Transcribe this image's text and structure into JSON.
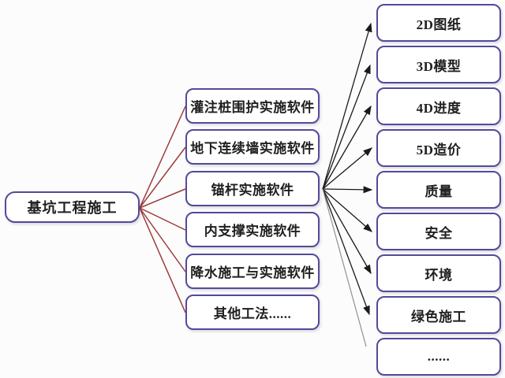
{
  "diagram": {
    "root": {
      "label": "基坑工程施工"
    },
    "middle_nodes": [
      {
        "label": "灌注桩围护实施软件"
      },
      {
        "label": "地下连续墙实施软件"
      },
      {
        "label": "锚杆实施软件"
      },
      {
        "label": "内支撑实施软件"
      },
      {
        "label": "降水施工与实施软件"
      },
      {
        "label": "其他工法......"
      }
    ],
    "right_nodes": [
      {
        "label": "2D图纸"
      },
      {
        "label": "3D模型"
      },
      {
        "label": "4D进度"
      },
      {
        "label": "5D造价"
      },
      {
        "label": "质量"
      },
      {
        "label": "安全"
      },
      {
        "label": "环境"
      },
      {
        "label": "绿色施工"
      },
      {
        "label": "......"
      }
    ],
    "colors": {
      "node_border": "#524a9a",
      "left_links": "#9e3a3a",
      "right_links": "#1a1a1a",
      "muted_link": "#8f8f98",
      "text": "#1f1f1f",
      "bg": "#fcfcfc"
    }
  }
}
